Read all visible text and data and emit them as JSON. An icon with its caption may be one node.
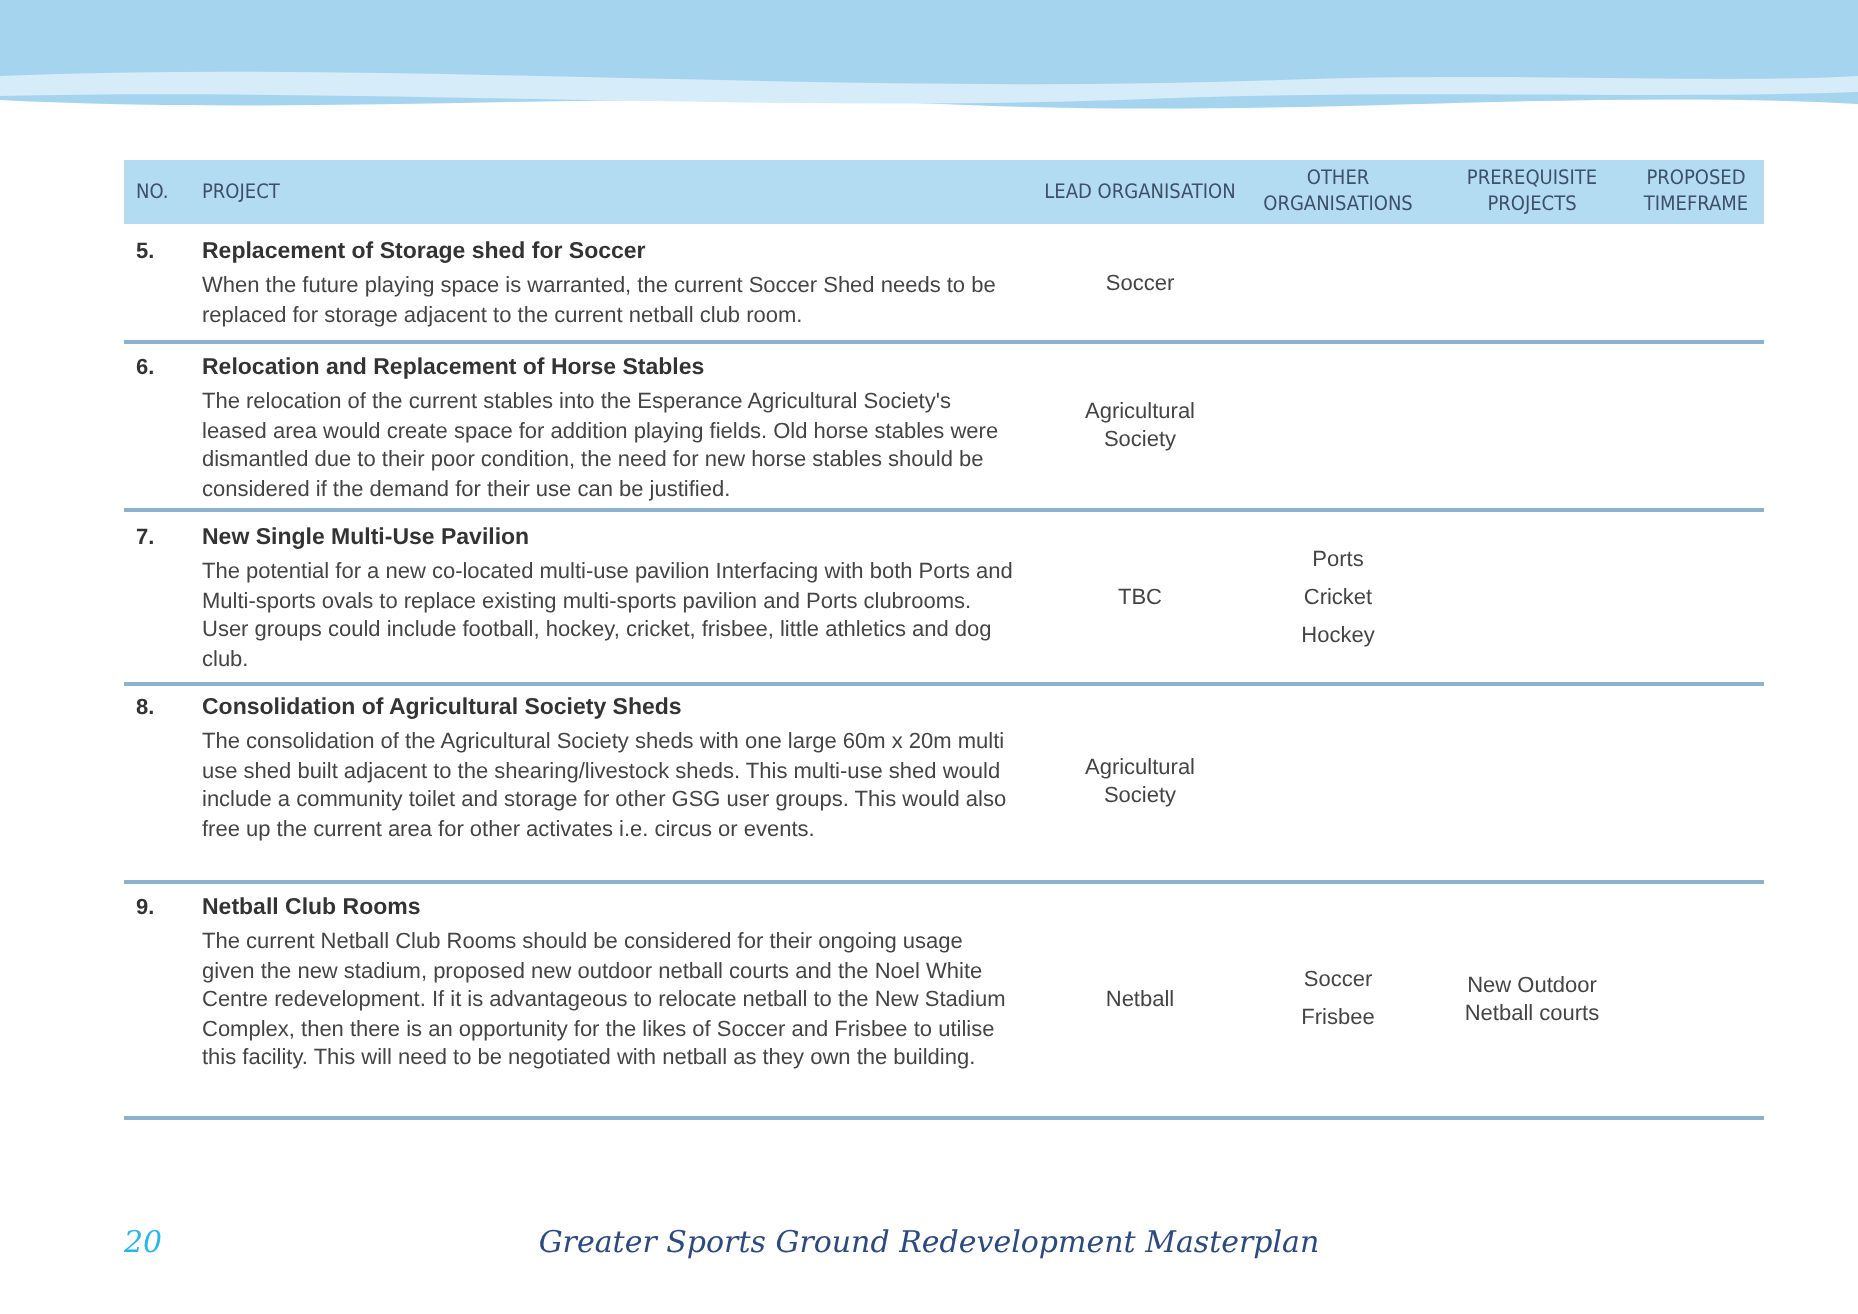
{
  "diagram": {
    "labels": [
      "NO.",
      "PROJECT",
      "LEAD ORGANISATION",
      "OTHER ORGANISATIONS",
      "PREREQUISITE PROJECTS",
      "PROPOSED TIMEFRAME",
      "5.",
      "Replacement of Storage shed for Soccer",
      "When the future playing space is warranted, the current Soccer Shed needs to be replaced for storage adjacent to the current netball club room.",
      "Soccer",
      "6.",
      "Relocation and Replacement of Horse Stables",
      "The relocation of the current stables into the Esperance Agricultural Society's leased area would create space for addition playing fields. Old horse stables were dismantled due to their poor condition, the need for new horse stables should be considered if the demand for their use can be justified.",
      "Agricultural Society",
      "7.",
      "New Single Multi-Use Pavilion",
      "The potential for a new co-located multi-use pavilion Interfacing with both Ports and Multi-sports ovals to replace existing multi-sports pavilion and Ports clubrooms. User groups could include football, hockey, cricket, frisbee, little athletics and dog club.",
      "TBC",
      "Ports",
      "Cricket",
      "Hockey",
      "8.",
      "Consolidation of Agricultural Society Sheds",
      "The consolidation of the Agricultural Society sheds with one large 60m x 20m multi use shed built adjacent to the shearing/livestock sheds. This multi-use shed would include a community toilet and storage for other GSG user groups.  This would also free up the current area for other activates i.e. circus or events.",
      "Agricultural Society",
      "9.",
      "Netball Club Rooms",
      "The current Netball Club Rooms should be considered for their ongoing usage given the new stadium, proposed new outdoor netball courts and the Noel White Centre redevelopment. If it is advantageous to relocate netball to the New Stadium Complex, then there is an opportunity for the likes of Soccer and Frisbee to utilise this facility. This will need to be negotiated with netball as they own the building.",
      "Netball",
      "Soccer",
      "Frisbee",
      "New Outdoor Netball courts",
      "20",
      "Greater Sports Ground Redevelopment Masterplan"
    ]
  }
}
